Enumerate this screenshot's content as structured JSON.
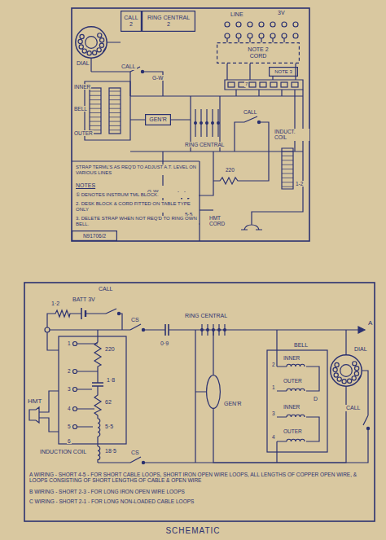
{
  "diagram": {
    "caption": "SCHEMATIC",
    "nodes": [
      {
        "text": [
          "DIAL"
        ]
      },
      {
        "text": [
          "CALL",
          "2"
        ]
      },
      {
        "text": [
          "RING CENTRAL",
          "2"
        ]
      },
      {
        "text": [
          "NOTE 2",
          "CORD"
        ]
      },
      {
        "text": [
          "NOTE 3"
        ]
      },
      {
        "text": [
          "GEN'R"
        ]
      },
      {
        "text": [
          "N91706/2"
        ]
      },
      {
        "text": [
          "GEN'R"
        ]
      },
      {
        "text": [
          "DIAL"
        ]
      }
    ],
    "edges": [
      {
        "from": 7,
        "to": 8,
        "arrow": "none"
      }
    ],
    "labels": [
      "LINE",
      "3V",
      "CALL",
      "G-W",
      "INNER",
      "BELL",
      "OUTER",
      "G-W",
      "RING CENTRAL",
      "CALL",
      "INDUCT. COIL",
      "1-2",
      "220",
      "18·5",
      "5·5",
      "HMT CORD",
      "7",
      "STRAP TERML'S AS REQ'D TO ADJUST A.T. LEVEL ON VARIOUS LINES",
      "NOTES",
      "① DENOTES INSTRUM TML BLOCK.",
      "2. DESK BLOCK & CORD FITTED ON TABLE TYPE ONLY",
      "3. DELETE STRAP WHEN NOT REQ'D TO RING OWN BELL.",
      "CALL",
      "1·2",
      "BATT 3V",
      "CS",
      "RING CENTRAL",
      "A",
      "0·9",
      "HMT",
      "1",
      "2",
      "3",
      "4",
      "5",
      "6",
      "220",
      "1·8",
      "62",
      "5·5",
      "18·5",
      "INDUCTION COIL",
      "CS",
      "BELL",
      "INNER",
      "OUTER",
      "INNER",
      "OUTER",
      "2",
      "1",
      "3",
      "4",
      "D",
      "CALL",
      "A WIRING - SHORT 4-5 - FOR SHORT CABLE LOOPS, SHORT IRON OPEN WIRE LOOPS, ALL LENGTHS OF COPPER OPEN WIRE, & LOOPS CONSISTING OF SHORT LENGTHS OF CABLE & OPEN WIRE",
      "B WIRING - SHORT 2-3 - FOR LONG IRON OPEN WIRE LOOPS",
      "C WIRING - SHORT 2-1 - FOR LONG NON-LOADED CABLE LOOPS"
    ]
  }
}
